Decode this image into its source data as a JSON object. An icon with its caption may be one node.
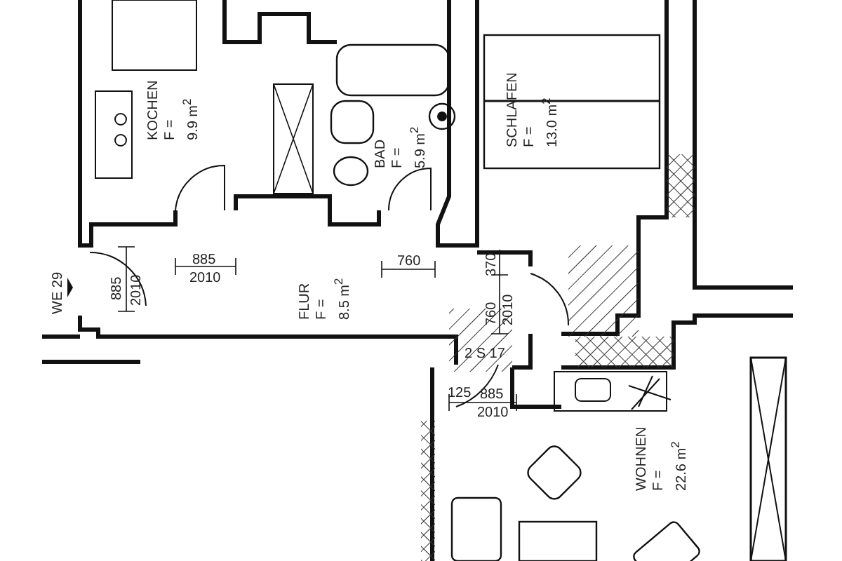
{
  "diagram": {
    "labels": [
      "KOCHEN",
      "F =",
      "9.9 m$^{2}$",
      "SCHLAFEN",
      "F =",
      "13.0 m$^{2}$",
      "BAD",
      "F =",
      "5.9 m$^{2}$",
      "WE 29",
      "885",
      "2010",
      "885",
      "2010",
      "760",
      "370",
      "FLUR",
      "F =",
      "8.5 m$^{2}$",
      "760",
      "2010",
      "2 S 17",
      "125",
      "885",
      "2010",
      "WOHNEN",
      "F =",
      "22.6 m$^{2}$"
    ]
  }
}
